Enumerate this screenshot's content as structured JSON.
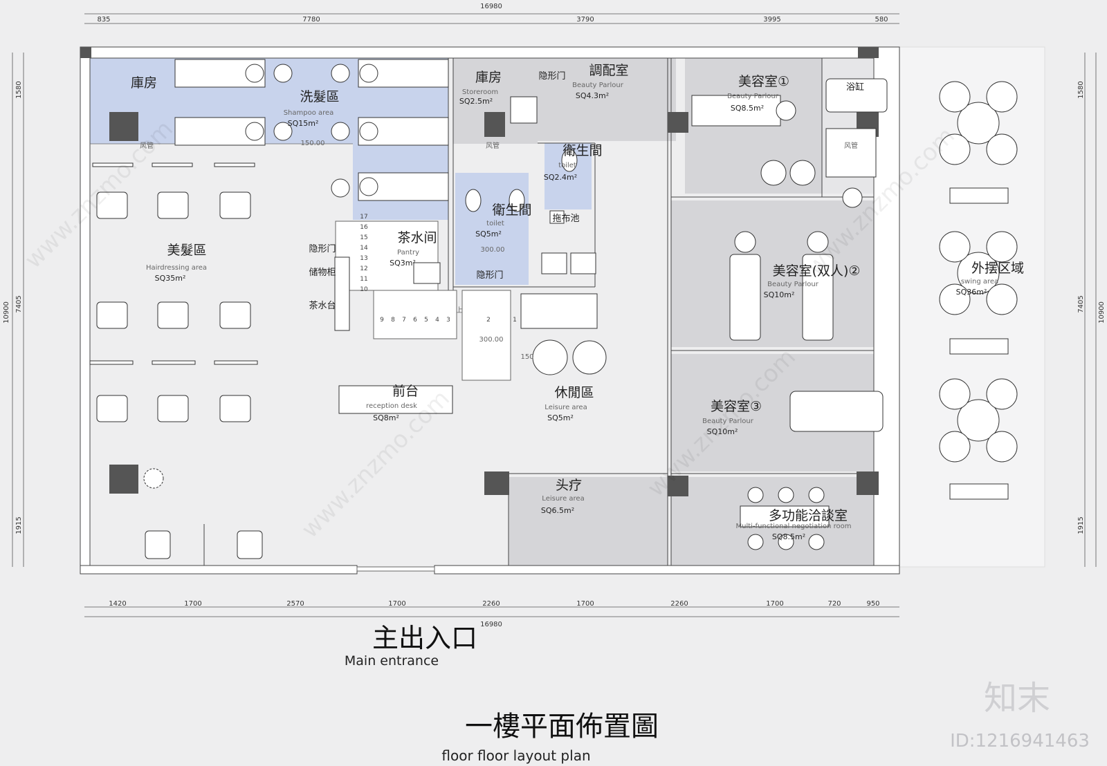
{
  "dimensions": {
    "top_total": "16980",
    "top": [
      "835",
      "7780",
      "3790",
      "3995",
      "580"
    ],
    "bottom": [
      "1420",
      "1700",
      "2570",
      "1700",
      "2260",
      "1700",
      "2260",
      "1700",
      "720",
      "950"
    ],
    "bottom_total": "16980",
    "left_total": "10900",
    "left": [
      "1580",
      "7405",
      "1915"
    ],
    "right_total": "10900",
    "right": [
      "1580",
      "7405",
      "1915"
    ],
    "misc_150": "150.00",
    "misc_300": "300.00",
    "misc_150b": "150"
  },
  "rooms": {
    "storeroom1": {
      "cn": "庫房"
    },
    "shampoo": {
      "cn": "洗髮區",
      "en": "Shampoo area",
      "sq": "SQ15m²"
    },
    "storeroom2": {
      "cn": "庫房",
      "en": "Storeroom",
      "sq": "SQ2.5m²"
    },
    "dispensing": {
      "cn": "調配室",
      "en": "Beauty Parlour",
      "sq": "SQ4.3m²"
    },
    "beauty1": {
      "cn": "美容室①",
      "en": "Beauty Parlour",
      "sq": "SQ8.5m²"
    },
    "bathtub": {
      "cn": "浴缸"
    },
    "toilet1": {
      "cn": "衛生間",
      "en": "toilet",
      "sq": "SQ2.4m²"
    },
    "toilet2": {
      "cn": "衛生間",
      "en": "toilet",
      "sq": "SQ5m²"
    },
    "mop_pool": {
      "cn": "拖布池"
    },
    "hairdressing": {
      "cn": "美髮區",
      "en": "Hairdressing area",
      "sq": "SQ35m²"
    },
    "pantry": {
      "cn": "茶水间",
      "en": "Pantry",
      "sq": "SQ3m²"
    },
    "hidden_door1": {
      "cn": "隐形门"
    },
    "hidden_door2": {
      "cn": "隐形门"
    },
    "hidden_door3": {
      "cn": "隐形门"
    },
    "storage_cabinet": {
      "cn": "储物柜"
    },
    "tea_station": {
      "cn": "茶水台"
    },
    "beauty2": {
      "cn": "美容室(双人)②",
      "en": "Beauty Parlour",
      "sq": "SQ10m²"
    },
    "outdoor": {
      "cn": "外摆区域",
      "en": "swing area",
      "sq": "SQ36m²"
    },
    "reception": {
      "cn": "前台",
      "en": "reception desk",
      "sq": "SQ8m²"
    },
    "leisure": {
      "cn": "休閒區",
      "en": "Leisure area",
      "sq": "SQ5m²"
    },
    "beauty3": {
      "cn": "美容室③",
      "en": "Beauty Parlour",
      "sq": "SQ10m²"
    },
    "headtherapy": {
      "cn": "头疗",
      "en": "Leisure area",
      "sq": "SQ6.5m²"
    },
    "negotiation": {
      "cn": "多功能洽談室",
      "en": "Multi-functional negotiation room",
      "sq": "SQ8.5m²"
    },
    "duct1": "风管",
    "duct2": "风管",
    "duct3": "风管",
    "stair_up": "上",
    "stair_numbers": [
      "17",
      "16",
      "15",
      "14",
      "13",
      "12",
      "11",
      "10",
      "9",
      "8",
      "7",
      "6",
      "5",
      "4",
      "3",
      "2",
      "1"
    ]
  },
  "entrance": {
    "cn": "主出入口",
    "en": "Main entrance"
  },
  "title": {
    "cn": "一樓平面佈置圖",
    "en": "floor floor layout plan"
  },
  "brand": {
    "logo": "知末",
    "id": "ID:1216941463"
  },
  "watermark": "www.znzmo.com",
  "colors": {
    "blue_zone": "#c8d3ec",
    "gray_zone": "#d5d5d8",
    "floor": "#eeeeef",
    "column": "#555555"
  }
}
